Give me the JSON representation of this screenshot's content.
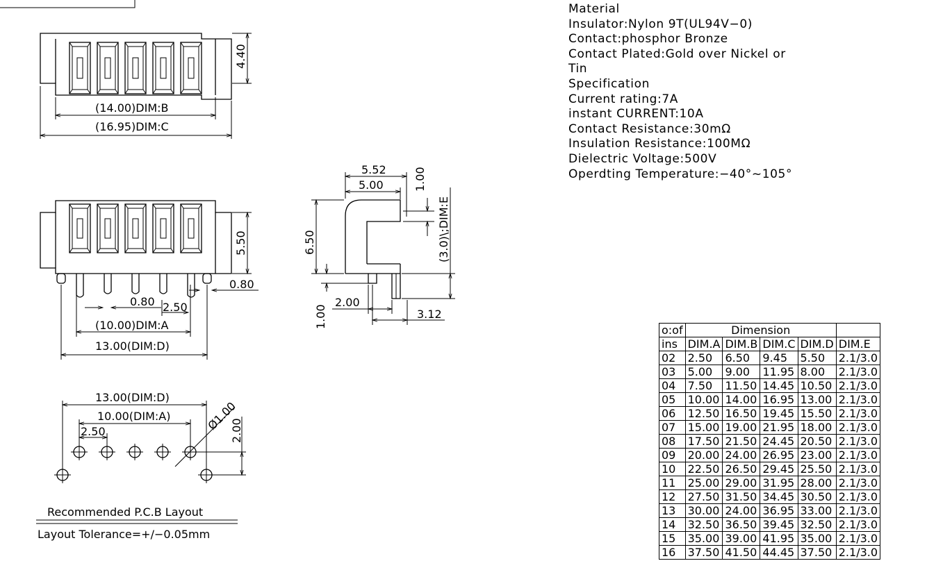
{
  "top_view": {
    "height_dim": "4.40",
    "dim_b": "(14.00)DIM:B",
    "dim_c": "(16.95)DIM:C"
  },
  "front_view": {
    "height_dim": "5.50",
    "pin_dim": "0.80",
    "pin_gap_dim": "0.80",
    "pitch_dim": "2.50",
    "dim_a": "(10.00)DIM:A",
    "dim_d": "13.00(DIM:D)"
  },
  "side_view": {
    "width_outer": "5.52",
    "width_inner": "5.00",
    "top_dim": "1.00",
    "height_dim": "6.50",
    "dim_e": "(3.0)\\;DIM:E",
    "bottom_dim": "1.00",
    "foot_dim": "2.00",
    "pin_offset_dim": "3.12"
  },
  "pcb_layout": {
    "dim_d": "13.00(DIM:D)",
    "dim_a": "10.00(DIM:A)",
    "pitch": "2.50",
    "hole_dia": "Ø1.00",
    "row_offset": "2.00",
    "title": "Recommended P.C.B Layout",
    "tolerance": "Layout Tolerance=+/−0.05mm"
  },
  "specs": {
    "lines": [
      "Material",
      "Insulator:Nylon  9T(UL94V−0)",
      "Contact:phosphor  Bronze",
      "Contact  Plated:Gold  over  Nickel  or",
      "Tin",
      "Specification",
      "Current  rating:7A",
      "instant  CURRENT:10A",
      "Contact  Resistance:30mΩ",
      "Insulation  Resistance:100MΩ",
      "Dielectric  Voltage:500V",
      "Operdting  Temperature:−40°~105°"
    ]
  },
  "dimension_table": {
    "header_top_left": "o:of",
    "header_group": "Dimension",
    "header_bottom_left": "ins",
    "columns": [
      "DIM.A",
      "DIM.B",
      "DIM.C",
      "DIM.D",
      "DIM.E"
    ],
    "rows": [
      [
        "02",
        "2.50",
        "6.50",
        "9.45",
        "5.50",
        "2.1/3.0"
      ],
      [
        "03",
        "5.00",
        "9.00",
        "11.95",
        "8.00",
        "2.1/3.0"
      ],
      [
        "04",
        "7.50",
        "11.50",
        "14.45",
        "10.50",
        "2.1/3.0"
      ],
      [
        "05",
        "10.00",
        "14.00",
        "16.95",
        "13.00",
        "2.1/3.0"
      ],
      [
        "06",
        "12.50",
        "16.50",
        "19.45",
        "15.50",
        "2.1/3.0"
      ],
      [
        "07",
        "15.00",
        "19.00",
        "21.95",
        "18.00",
        "2.1/3.0"
      ],
      [
        "08",
        "17.50",
        "21.50",
        "24.45",
        "20.50",
        "2.1/3.0"
      ],
      [
        "09",
        "20.00",
        "24.00",
        "26.95",
        "23.00",
        "2.1/3.0"
      ],
      [
        "10",
        "22.50",
        "26.50",
        "29.45",
        "25.50",
        "2.1/3.0"
      ],
      [
        "11",
        "25.00",
        "29.00",
        "31.95",
        "28.00",
        "2.1/3.0"
      ],
      [
        "12",
        "27.50",
        "31.50",
        "34.45",
        "30.50",
        "2.1/3.0"
      ],
      [
        "13",
        "30.00",
        "24.00",
        "36.95",
        "33.00",
        "2.1/3.0"
      ],
      [
        "14",
        "32.50",
        "36.50",
        "39.45",
        "32.50",
        "2.1/3.0"
      ],
      [
        "15",
        "35.00",
        "39.00",
        "41.95",
        "35.00",
        "2.1/3.0"
      ],
      [
        "16",
        "37.50",
        "41.50",
        "44.45",
        "37.50",
        "2.1/3.0"
      ]
    ]
  }
}
